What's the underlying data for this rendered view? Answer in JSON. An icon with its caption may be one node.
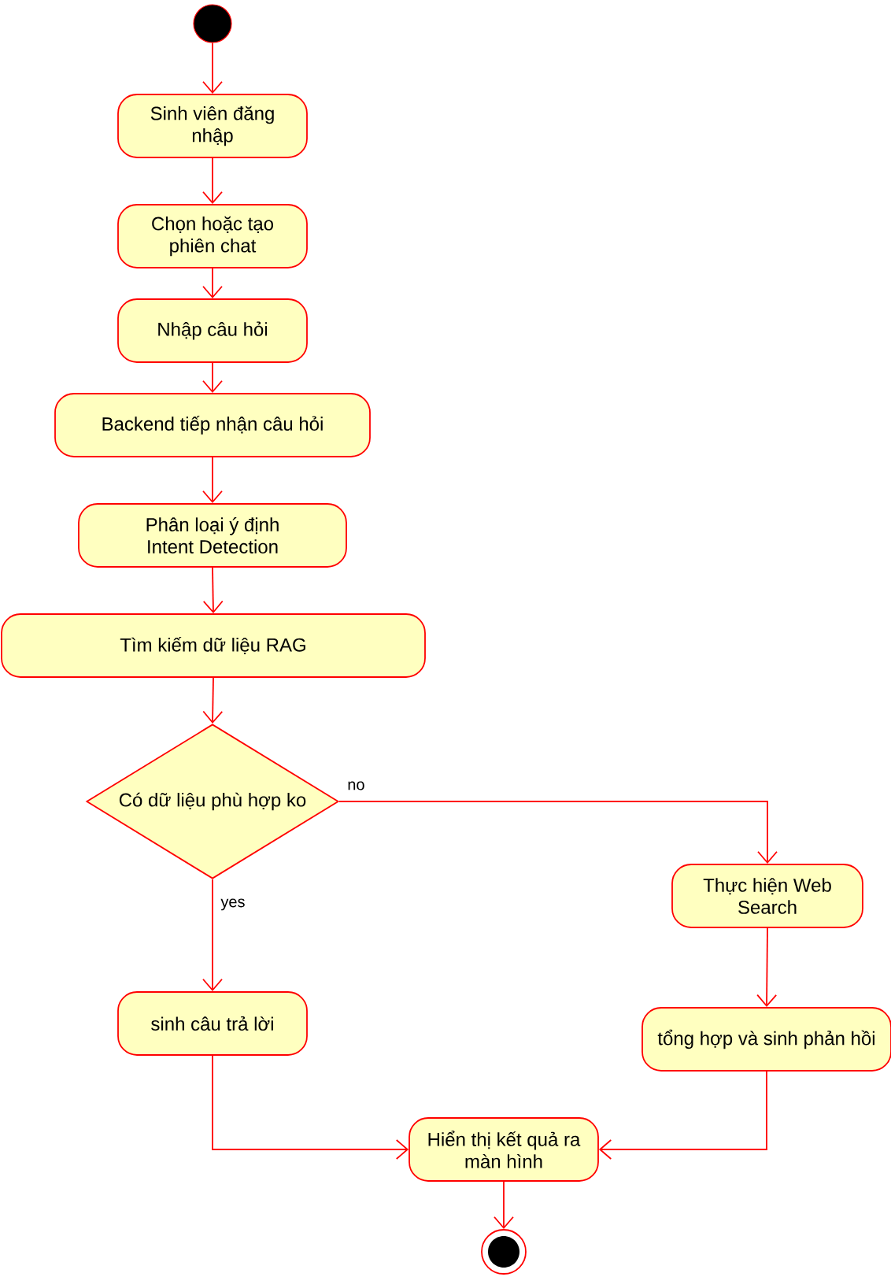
{
  "diagram": {
    "nodes": [
      {
        "text": [],
        "shape": "circle"
      },
      {
        "text": [
          "Sinh viên đăng nhập"
        ]
      },
      {
        "text": [
          "Chọn hoặc tạo phiên chat"
        ]
      },
      {
        "text": [
          "Nhập câu hỏi"
        ]
      },
      {
        "text": [
          "Backend tiếp nhận câu hỏi"
        ]
      },
      {
        "text": [
          "Phân loại ý định Intent Detection"
        ]
      },
      {
        "text": [
          "Tìm kiếm dữ liệu RAG"
        ]
      },
      {
        "text": [
          "Có dữ liệu phù hợp ko"
        ]
      },
      {
        "text": [
          "Thực hiện Web Search"
        ]
      },
      {
        "text": [
          "sinh câu trả lời"
        ]
      },
      {
        "text": [
          "tổng hợp và sinh phản hồi"
        ]
      },
      {
        "text": [
          "Hiển thị kết quả ra màn hình"
        ]
      },
      {
        "text": [],
        "shape": "circle"
      }
    ],
    "edges": [
      {
        "from": 0,
        "to": 1,
        "arrow": "to"
      },
      {
        "from": 1,
        "to": 2,
        "arrow": "to"
      },
      {
        "from": 2,
        "to": 3,
        "arrow": "to"
      },
      {
        "from": 3,
        "to": 4,
        "arrow": "to"
      },
      {
        "from": 4,
        "to": 5,
        "arrow": "to"
      },
      {
        "from": 5,
        "to": 6,
        "arrow": "to"
      },
      {
        "from": 6,
        "to": 7,
        "arrow": "to"
      },
      {
        "from": 7,
        "to": 8,
        "arrow": "to",
        "label": "no"
      },
      {
        "from": 7,
        "to": 9,
        "arrow": "to",
        "label": "yes"
      },
      {
        "from": 8,
        "to": 10,
        "arrow": "to"
      },
      {
        "from": 9,
        "to": 11,
        "arrow": "to"
      },
      {
        "from": 10,
        "to": 11,
        "arrow": "to"
      },
      {
        "from": 11,
        "to": 12,
        "arrow": "to"
      }
    ]
  }
}
